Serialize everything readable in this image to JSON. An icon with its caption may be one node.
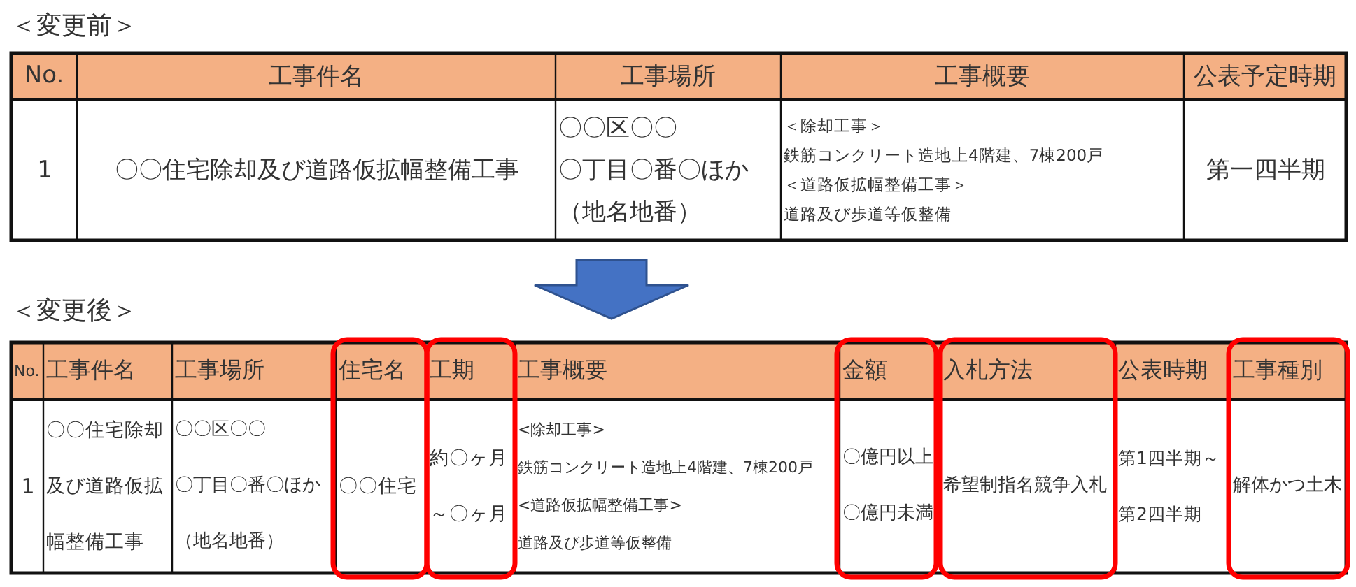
{
  "diagram": {
    "labels": [
      "＜変更前＞",
      "No.",
      "工事件名",
      "工事場所",
      "工事概要",
      "公表予定時期",
      "1",
      "〇〇住宅除却及び道路仮拡幅整備工事",
      "〇〇区〇〇",
      "〇丁目〇番〇ほか",
      "（地名地番）",
      "＜除却工事＞",
      "鉄筋コンクリート造地上4階建、7棟200戸",
      "＜道路仮拡幅整備工事＞",
      "道路及び歩道等仮整備",
      "第一四半期",
      "＜変更後＞",
      "No.",
      "工事件名",
      "工事場所",
      "住宅名",
      "工期",
      "工事概要",
      "金額",
      "入札方法",
      "公表時期",
      "工事種別",
      "1",
      "〇〇住宅除却及び道路仮拡幅整備工事",
      "〇〇区〇〇",
      "〇丁目〇番〇ほか",
      "（地名地番）",
      "〇〇住宅",
      "約〇ヶ月～〇ヶ月",
      "<除却工事>",
      "鉄筋コンクリート造地上4階建、7棟200戸",
      "<道路仮拡幅整備工事>",
      "道路及び歩道等仮整備",
      "〇億円以上",
      "〇億円未満",
      "希望制指名競争入札",
      "第1四半期～第2四半期",
      "解体かつ土木"
    ]
  }
}
